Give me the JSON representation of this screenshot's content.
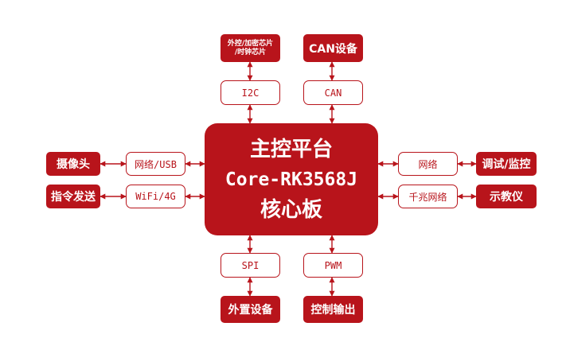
{
  "colors": {
    "primary_red": "#b8141b",
    "background": "#ffffff"
  },
  "core": {
    "line1": "主控平台",
    "line2": "Core-RK3568J",
    "line3": "核心板"
  },
  "top": [
    {
      "device_line1": "外控/加密芯片",
      "device_line2": "/时钟芯片",
      "interface": "I2C"
    },
    {
      "device": "CAN设备",
      "interface": "CAN"
    }
  ],
  "left": [
    {
      "device": "摄像头",
      "interface": "网络/USB"
    },
    {
      "device": "指令发送",
      "interface": "WiFi/4G"
    }
  ],
  "right": [
    {
      "device": "调试/监控",
      "interface": "网络"
    },
    {
      "device": "示教仪",
      "interface": "千兆网络"
    }
  ],
  "bottom": [
    {
      "device": "外置设备",
      "interface": "SPI"
    },
    {
      "device": "控制输出",
      "interface": "PWM"
    }
  ]
}
